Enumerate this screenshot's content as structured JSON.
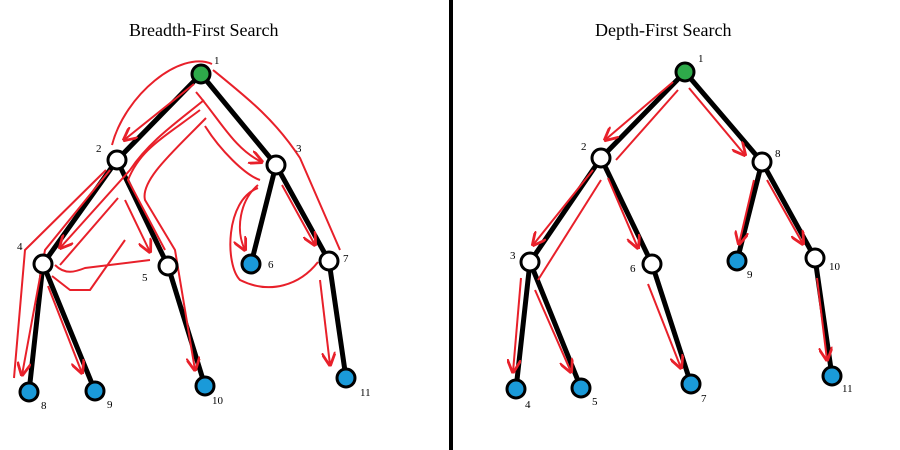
{
  "colors": {
    "edge": "#000000",
    "traversal": "#e8202a",
    "root": "#2eaa4a",
    "leaf": "#1a9ad9",
    "inner": "#ffffff"
  },
  "panels": [
    {
      "id": "bfs",
      "title": "Breadth-First Search",
      "nodes": [
        {
          "label": "1",
          "kind": "root"
        },
        {
          "label": "2",
          "kind": "inner"
        },
        {
          "label": "3",
          "kind": "inner"
        },
        {
          "label": "4",
          "kind": "inner"
        },
        {
          "label": "5",
          "kind": "inner"
        },
        {
          "label": "6",
          "kind": "leaf"
        },
        {
          "label": "7",
          "kind": "inner"
        },
        {
          "label": "8",
          "kind": "leaf"
        },
        {
          "label": "9",
          "kind": "leaf"
        },
        {
          "label": "10",
          "kind": "leaf"
        },
        {
          "label": "11",
          "kind": "leaf"
        }
      ]
    },
    {
      "id": "dfs",
      "title": "Depth-First Search",
      "nodes": [
        {
          "label": "1",
          "kind": "root"
        },
        {
          "label": "2",
          "kind": "inner"
        },
        {
          "label": "8",
          "kind": "inner"
        },
        {
          "label": "3",
          "kind": "inner"
        },
        {
          "label": "6",
          "kind": "inner"
        },
        {
          "label": "9",
          "kind": "leaf"
        },
        {
          "label": "10",
          "kind": "inner"
        },
        {
          "label": "4",
          "kind": "leaf"
        },
        {
          "label": "5",
          "kind": "leaf"
        },
        {
          "label": "7",
          "kind": "leaf"
        },
        {
          "label": "11",
          "kind": "leaf"
        }
      ]
    }
  ]
}
